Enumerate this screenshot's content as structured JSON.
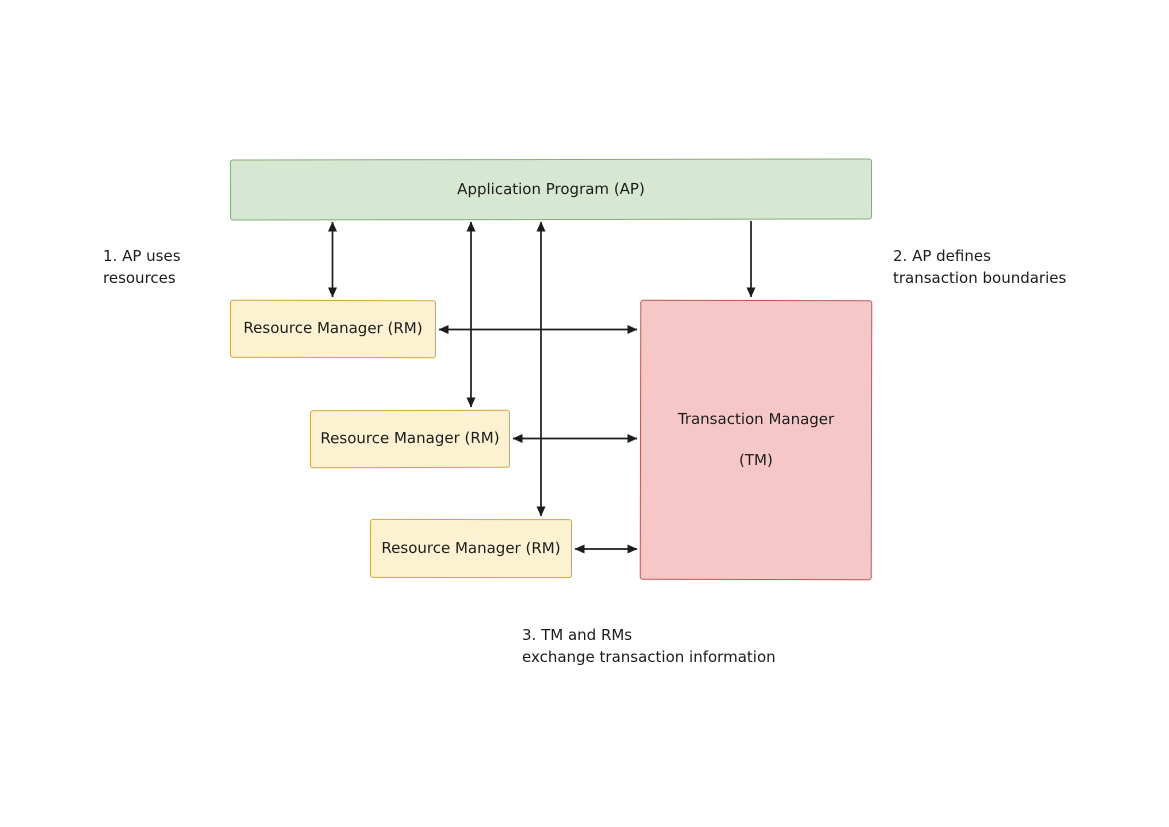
{
  "colors": {
    "canvas-bg": "#ffffff",
    "ap-fill": "#d6e8d2",
    "ap-border": "#85ab76",
    "rm-fill": "#fcf2d2",
    "rm-border": "#d0a73f",
    "tm-fill": "#f5c8c7",
    "tm-border": "#bb5755",
    "line-color": "#1c1c1c",
    "text-color": "#1b1b1b"
  },
  "nodes": {
    "ap": {
      "label": "Application Program (AP)"
    },
    "rm1": {
      "label": "Resource Manager (RM)"
    },
    "rm2": {
      "label": "Resource Manager (RM)"
    },
    "rm3": {
      "label": "Resource Manager (RM)"
    },
    "tm": {
      "line1": "Transaction Manager",
      "line2": "(TM)"
    }
  },
  "annotations": {
    "note1": "1. AP uses\nresources",
    "note2": "2. AP defines\ntransaction boundaries",
    "note3": "3. TM and RMs\nexchange transaction information"
  },
  "edges": [
    {
      "from": "ap",
      "to": "rm1",
      "arrows": "both"
    },
    {
      "from": "ap",
      "to": "rm2",
      "arrows": "both"
    },
    {
      "from": "ap",
      "to": "rm3",
      "arrows": "both"
    },
    {
      "from": "ap",
      "to": "tm",
      "arrows": "end"
    },
    {
      "from": "rm1",
      "to": "tm",
      "arrows": "both"
    },
    {
      "from": "rm2",
      "to": "tm",
      "arrows": "both"
    },
    {
      "from": "rm3",
      "to": "tm",
      "arrows": "both"
    }
  ]
}
